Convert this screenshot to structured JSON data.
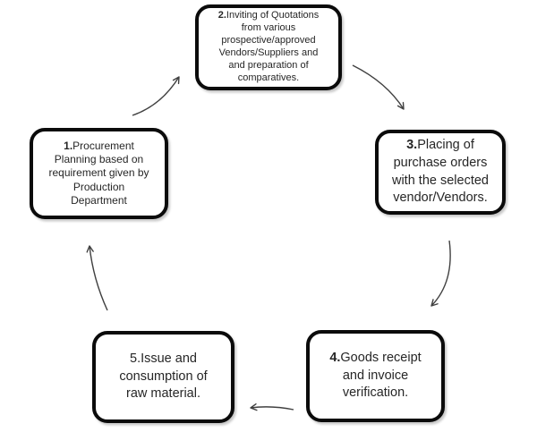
{
  "diagram": {
    "type": "process-cycle",
    "colors": {
      "background": "#ffffff",
      "box_border": "#0b0b0b",
      "box_fill": "#ffffff",
      "text": "#262626",
      "arrow": "#404040"
    },
    "steps": [
      {
        "id": "step-1",
        "prefix": "1.",
        "text": "Procurement\nPlanning based on\nrequirement given by\nProduction\nDepartment"
      },
      {
        "id": "step-2",
        "prefix": "2.",
        "text": "Inviting of Quotations\nfrom various\nprospective/approved\nVendors/Suppliers and\nand preparation of\ncomparatives."
      },
      {
        "id": "step-3",
        "prefix": "3.",
        "text": "Placing of\npurchase orders\nwith the selected\nvendor/Vendors."
      },
      {
        "id": "step-4",
        "prefix": "4.",
        "text": "Goods receipt\nand invoice\nverification."
      },
      {
        "id": "step-5",
        "prefix": "5.",
        "text": "Issue and\nconsumption of\nraw material."
      }
    ],
    "connections": [
      {
        "from": "step-1",
        "to": "step-2"
      },
      {
        "from": "step-2",
        "to": "step-3"
      },
      {
        "from": "step-3",
        "to": "step-4"
      },
      {
        "from": "step-4",
        "to": "step-5"
      },
      {
        "from": "step-5",
        "to": "step-1"
      }
    ]
  }
}
